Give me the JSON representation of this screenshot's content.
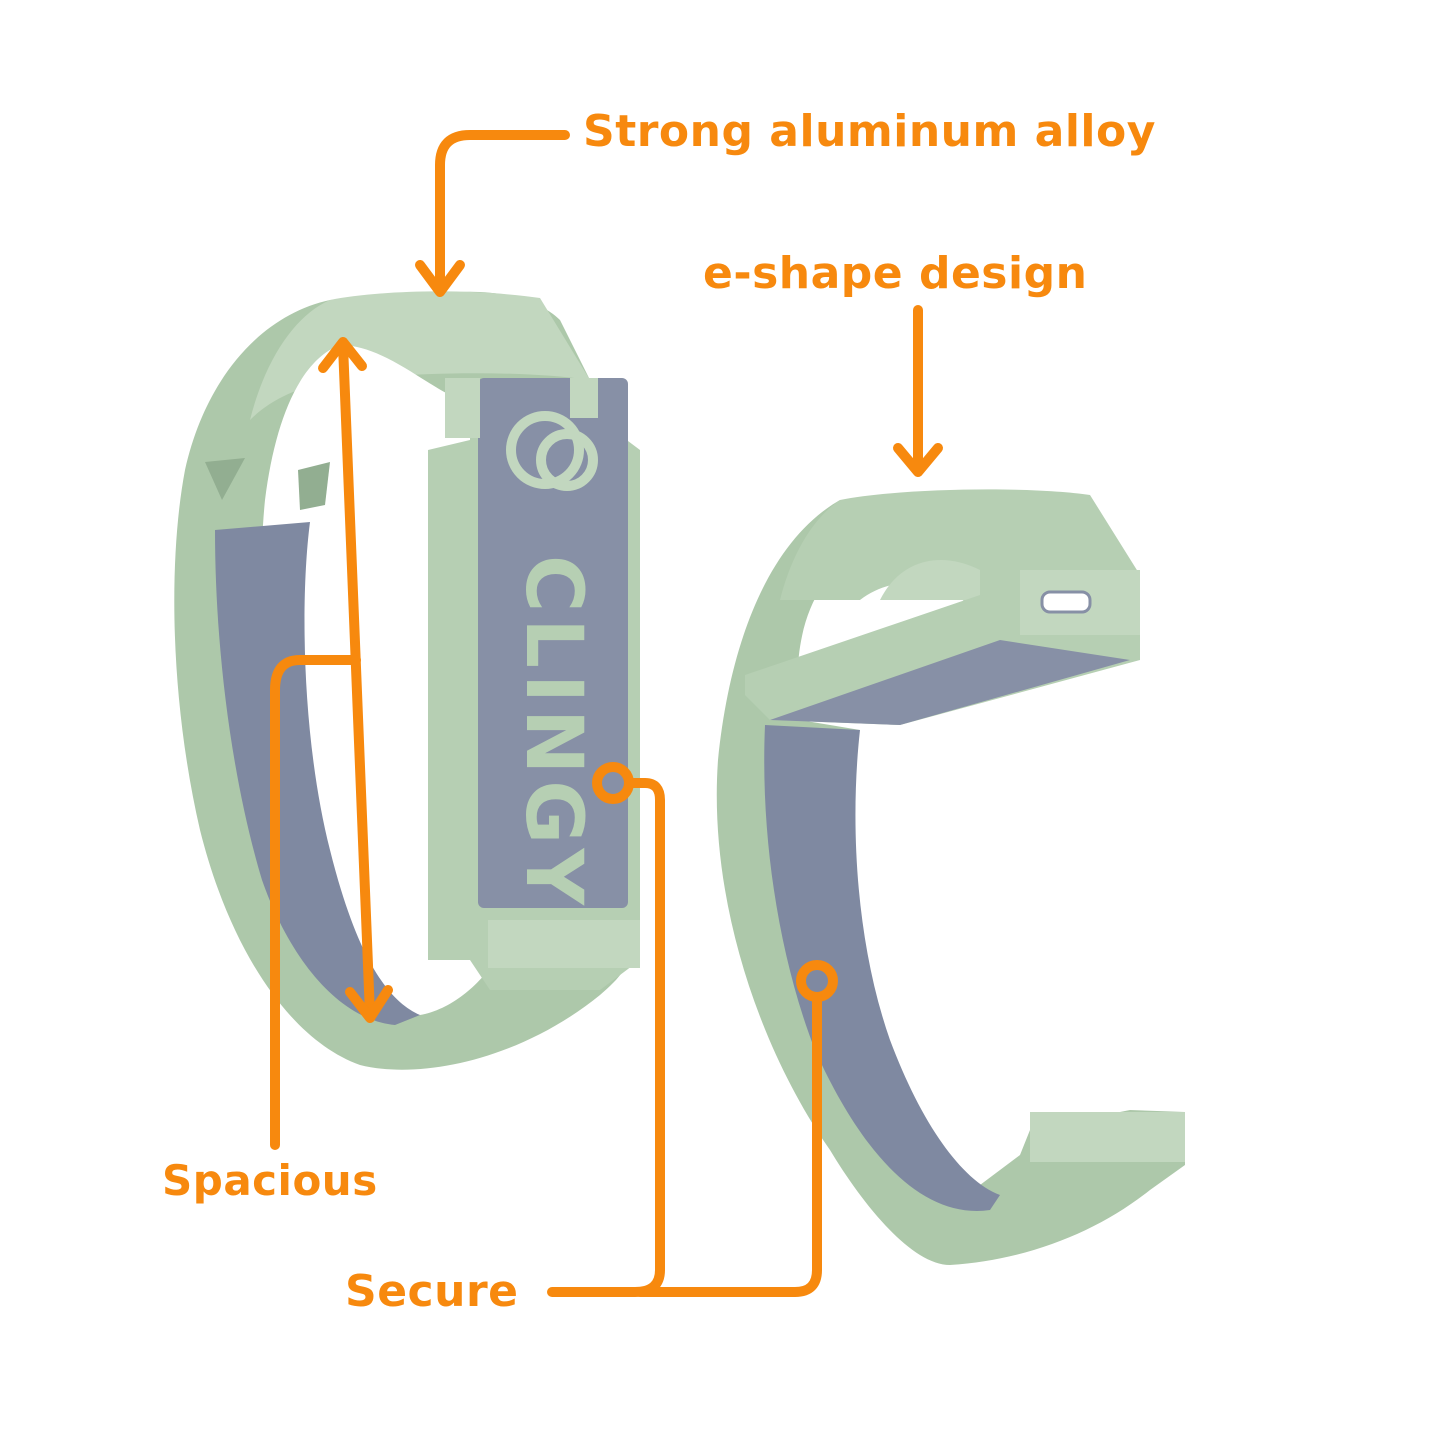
{
  "colors": {
    "accent": "#F7890E",
    "ring_green": "#ADC8AA",
    "ring_green_light": "#C2D7BF",
    "ring_green_dark": "#92AE91",
    "plate_blue": "#8790A6",
    "plate_blue_dark": "#6B7590",
    "background": "#FFFFFF"
  },
  "labels": {
    "strong": "Strong aluminum alloy",
    "eshape": "e-shape design",
    "spacious": "Spacious",
    "secure": "Secure"
  },
  "logo": {
    "brand": "CLINGY"
  },
  "icons": {
    "logo_mark": "interlocking-rings-logo-icon"
  }
}
